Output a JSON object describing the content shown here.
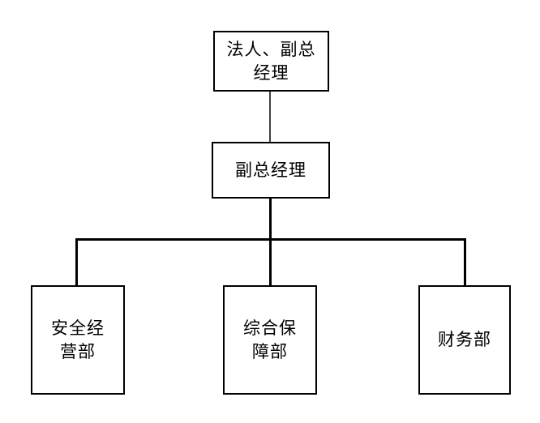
{
  "org_chart": {
    "type": "org-tree",
    "nodes": {
      "root": {
        "label": "法人、副总\n经理"
      },
      "manager": {
        "label": "副总经理"
      },
      "safety": {
        "label": "安全经\n营部"
      },
      "support": {
        "label": "综合保\n障部"
      },
      "finance": {
        "label": "财务部"
      }
    },
    "edges": [
      {
        "from": "root",
        "to": "manager"
      },
      {
        "from": "manager",
        "to": "safety"
      },
      {
        "from": "manager",
        "to": "support"
      },
      {
        "from": "manager",
        "to": "finance"
      }
    ],
    "colors": {
      "background": "#ffffff",
      "box_background": "#ffffff",
      "box_border": "#000000",
      "connector_primary": "#000000",
      "connector_top": "#404040",
      "text": "#000000"
    }
  }
}
